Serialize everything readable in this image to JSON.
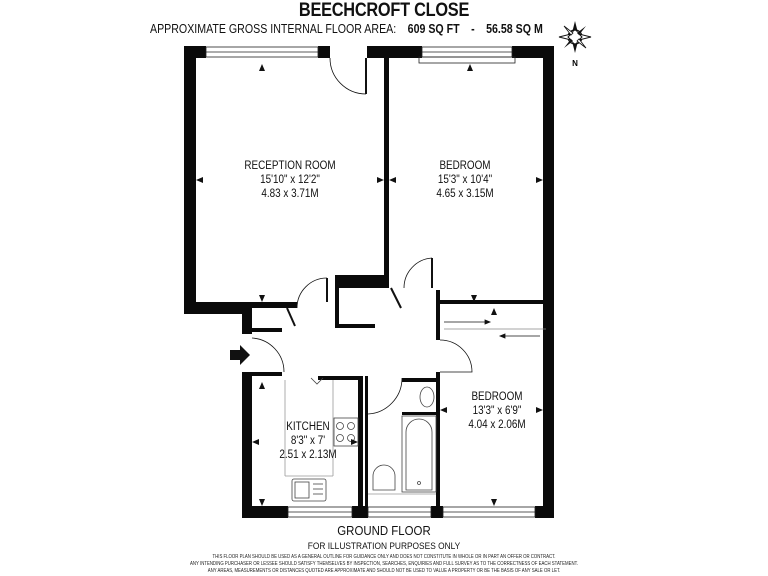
{
  "header": {
    "title": "BEECHCROFT CLOSE",
    "area_label": "APPROXIMATE GROSS INTERNAL FLOOR AREA:",
    "area_sqft": "609 SQ FT",
    "area_sep": "-",
    "area_sqm": "56.58 SQ M"
  },
  "compass": {
    "icon": "compass-rose-icon",
    "north_label": "N"
  },
  "rooms": [
    {
      "name": "RECEPTION ROOM",
      "imperial": "15'10\" x 12'2\"",
      "metric": "4.83 x 3.71M"
    },
    {
      "name": "BEDROOM",
      "imperial": "15'3\" x 10'4\"",
      "metric": "4.65 x 3.15M"
    },
    {
      "name": "KITCHEN",
      "imperial": "8'3\" x 7'",
      "metric": "2.51 x 2.13M"
    },
    {
      "name": "BEDROOM",
      "imperial": "13'3\" x 6'9\"",
      "metric": "4.04 x 2.06M"
    }
  ],
  "entrance": {
    "icon": "entrance-arrow-icon"
  },
  "footer": {
    "floor_label": "GROUND FLOOR",
    "illustration_note": "FOR ILLUSTRATION PURPOSES ONLY",
    "disclaimer_lines": [
      "THIS FLOOR PLAN SHOULD BE USED AS A GENERAL OUTLINE FOR GUIDANCE ONLY AND DOES NOT CONSTITUTE IN WHOLE OR IN PART AN OFFER OR CONTRACT.",
      "ANY INTENDING PURCHASER OR LESSEE SHOULD SATISFY THEMSELVES BY INSPECTION, SEARCHES, ENQUIRIES AND FULL SURVEY AS TO THE CORRECTNESS OF EACH STATEMENT.",
      "ANY AREAS, MEASUREMENTS OR DISTANCES QUOTED ARE APPROXIMATE AND SHOULD NOT BE USED TO VALUE A PROPERTY OR BE THE BASIS OF ANY SALE OR LET."
    ]
  }
}
